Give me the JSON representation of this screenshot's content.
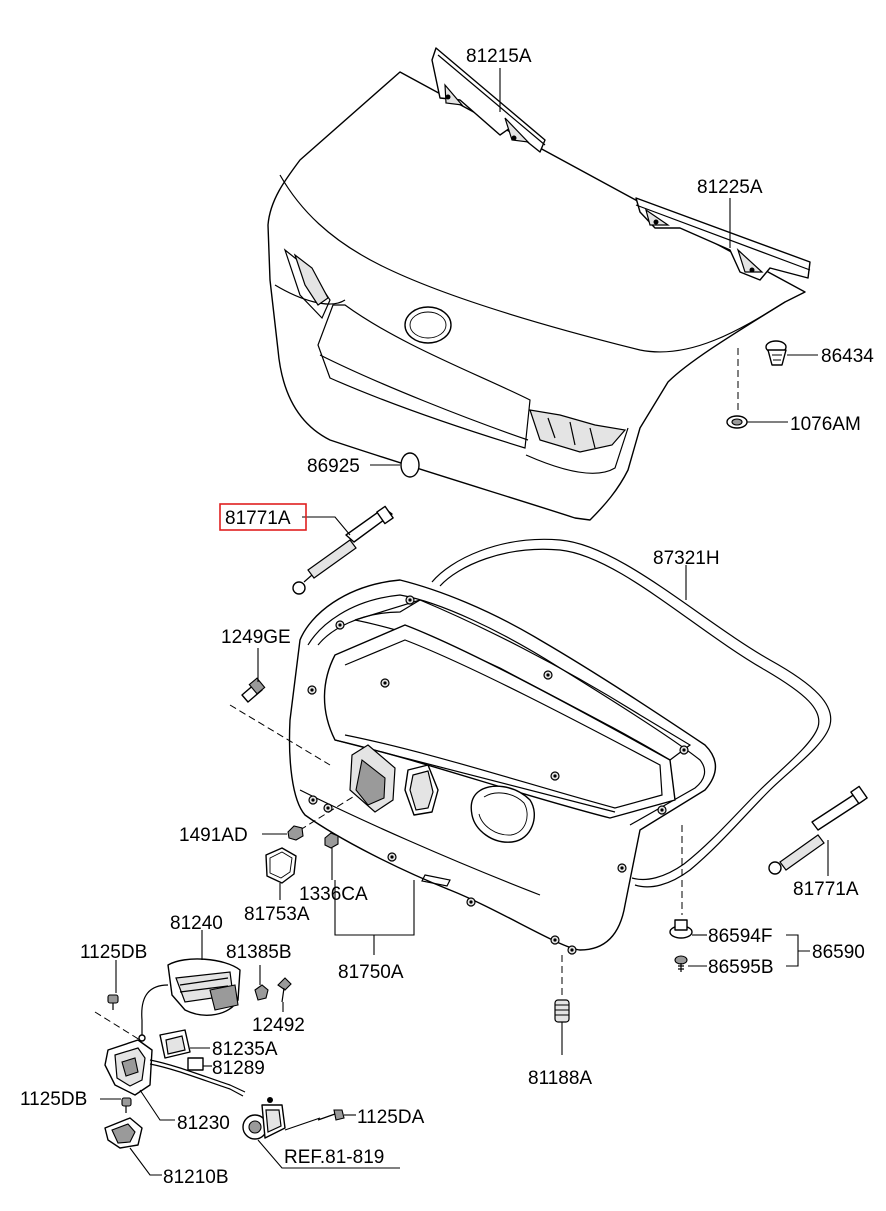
{
  "labels": {
    "p81215A": "81215A",
    "p81225A": "81225A",
    "p86434": "86434",
    "p1076AM": "1076AM",
    "p86925": "86925",
    "p81771A_top": "81771A",
    "p87321H": "87321H",
    "p1249GE": "1249GE",
    "p1491AD": "1491AD",
    "p81753A": "81753A",
    "p1336CA": "1336CA",
    "p81750A": "81750A",
    "p81771A_right": "81771A",
    "p86594F": "86594F",
    "p86590": "86590",
    "p86595B": "86595B",
    "p81240": "81240",
    "p81385B": "81385B",
    "p1125DB_top": "1125DB",
    "p12492": "12492",
    "p81235A": "81235A",
    "p81289": "81289",
    "p1125DB_bottom": "1125DB",
    "p81230": "81230",
    "p1125DA": "1125DA",
    "p81188A": "81188A",
    "pREF": "REF.81-819",
    "p81210B": "81210B"
  },
  "highlight": {
    "label": "81771A",
    "color": "#e02020"
  }
}
